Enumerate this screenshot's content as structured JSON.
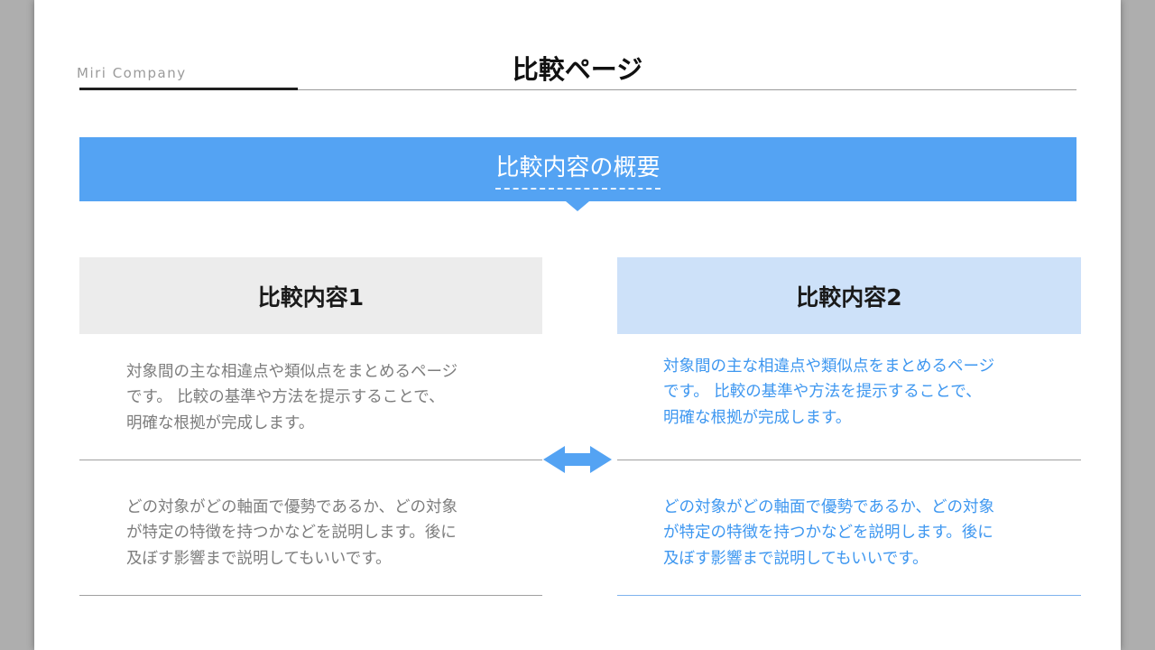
{
  "slide": {
    "logo": "Miri Company",
    "title": "比較ページ",
    "banner": {
      "label": "比較内容の概要"
    },
    "columns": [
      {
        "header": "比較内容1",
        "para1_lines": [
          "対象間の主な相違点や類似点をまとめるページ",
          "です。 比較の基準や方法を提示することで、",
          "明確な根拠が完成します。"
        ],
        "para2_lines": [
          "どの対象がどの軸面で優勢であるか、どの対象",
          "が特定の特徴を持つかなどを説明します。後に",
          "及ぼす影響まで説明してもいいです。"
        ]
      },
      {
        "header": "比較内容2",
        "para1_lines": [
          "対象間の主な相違点や類似点をまとめるページ",
          "です。 比較の基準や方法を提示することで、",
          "明確な根拠が完成します。"
        ],
        "para2_lines": [
          "どの対象がどの軸面で優勢であるか、どの対象",
          "が特定の特徴を持つかなどを説明します。後に",
          "及ぼす影響まで説明してもいいです。"
        ]
      }
    ],
    "colors": {
      "accent_blue": "#54a3f3",
      "light_blue_fill": "#cde1f9",
      "gray_fill": "#ececec",
      "gray_text": "#7d7d7d",
      "blue_text": "#3e97f0"
    }
  }
}
